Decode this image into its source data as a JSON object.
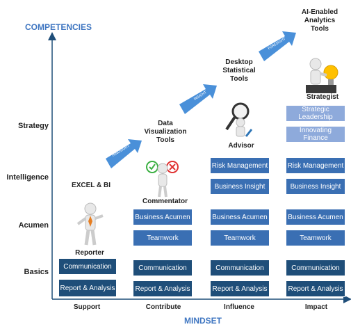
{
  "axes": {
    "y_title": "COMPETENCIES",
    "x_title": "MINDSET",
    "levels": [
      "Strategy",
      "Intelligence",
      "Acumen",
      "Basics"
    ],
    "mindsets": [
      "Support",
      "Contribute",
      "Influence",
      "Impact"
    ]
  },
  "tools": {
    "excel": "EXCEL & BI",
    "dataviz": [
      "Data",
      "Visualization",
      "Tools"
    ],
    "desktop": [
      "Desktop",
      "Statistical",
      "Tools"
    ],
    "ai": [
      "AI-Enabled",
      "Analytics",
      "Tools"
    ]
  },
  "arrows": [
    "HINDSIGHT",
    "INSIGHT",
    "FORESIGHT"
  ],
  "roles": [
    "Reporter",
    "Commentator",
    "Advisor",
    "Strategist"
  ],
  "columns": {
    "support": {
      "communication": "Communication",
      "report": "Report & Analysis"
    },
    "contribute": {
      "business_acumen": "Business Acumen",
      "teamwork": "Teamwork",
      "communication": "Communication",
      "report": "Report & Analysis"
    },
    "influence": {
      "risk_management": "Risk Management",
      "business_insight": "Business Insight",
      "business_acumen": "Business Acumen",
      "teamwork": "Teamwork",
      "communication": "Communication",
      "report": "Report & Analysis"
    },
    "impact": {
      "strategic_leadership": "Strategic Leadership",
      "innovating_finance": "Innovating Finance",
      "risk_management": "Risk Management",
      "business_insight": "Business Insight",
      "business_acumen": "Business Acumen",
      "teamwork": "Teamwork",
      "communication": "Communication",
      "report": "Report & Analysis"
    }
  },
  "colors": {
    "axis_title": "#3f76c1",
    "dark_box": "#1f4e79",
    "mid_box": "#3a6fb3",
    "light_box": "#8eaadb",
    "arrow": "#4a90d9"
  }
}
